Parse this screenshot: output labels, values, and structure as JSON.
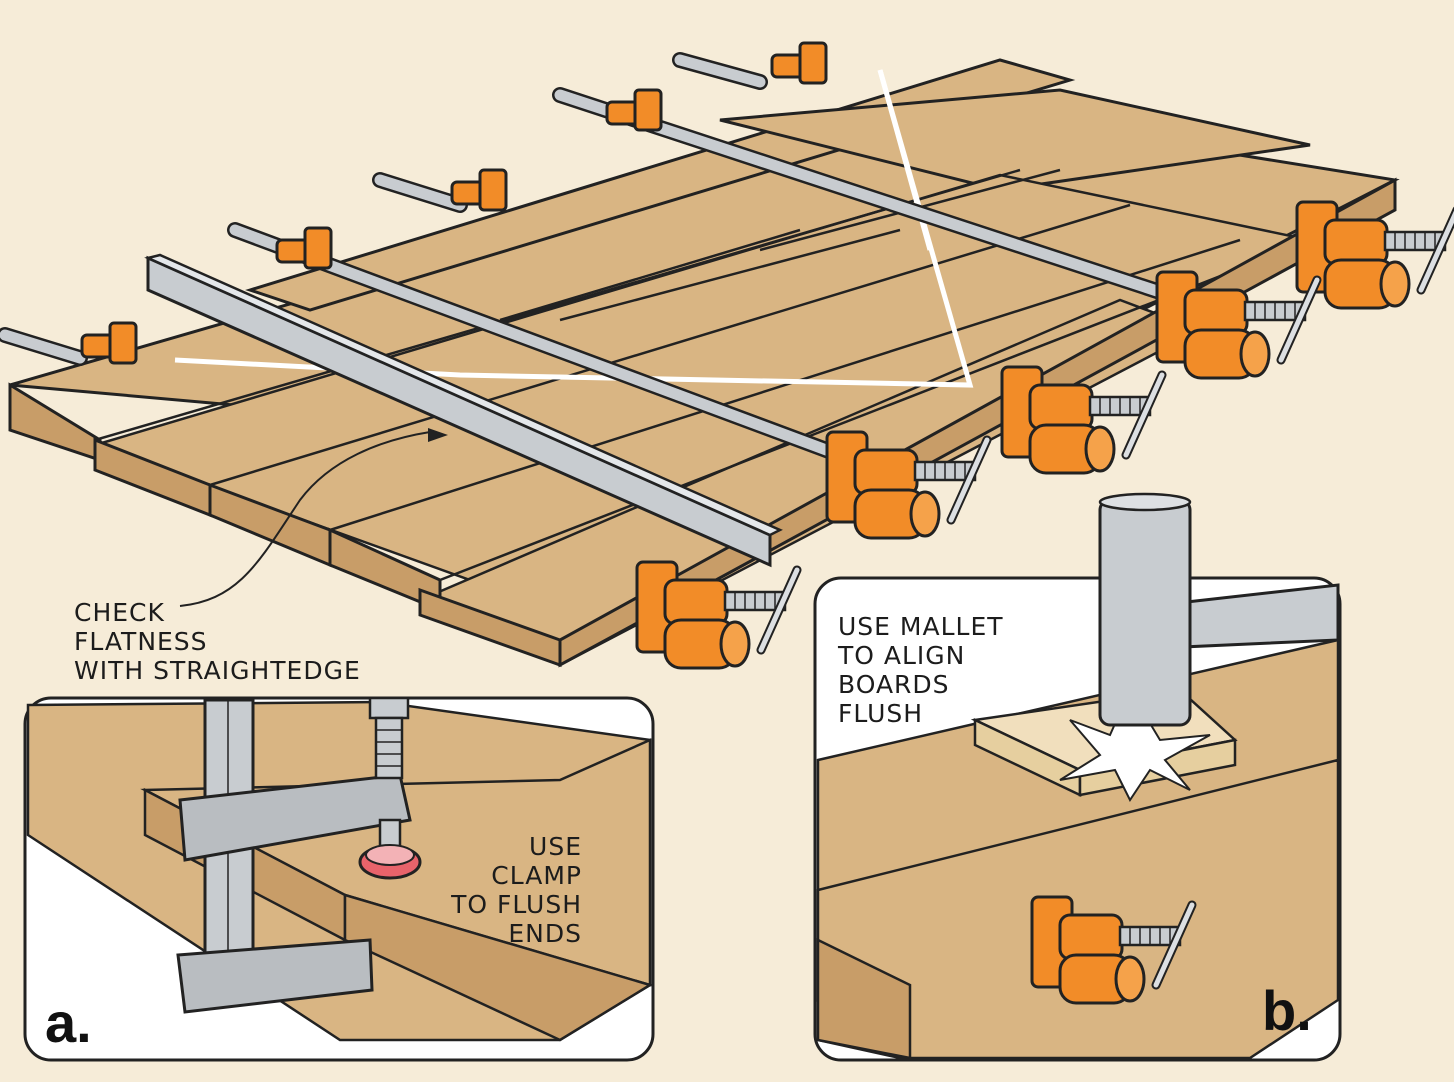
{
  "colors": {
    "background": "#f6ecd8",
    "wood": "#d9b583",
    "wood_dark": "#c89d68",
    "clamp_orange": "#f28c28",
    "pipe_gray": "#c8ccd0",
    "outline": "#222222",
    "inset_bg": "#ffffff",
    "pad_red": "#e8636b"
  },
  "icons": {
    "pipe_clamp": "pipe-clamp-icon",
    "bar_clamp": "bar-clamp-icon",
    "mallet": "mallet-icon",
    "straightedge": "straightedge-icon"
  },
  "labels": {
    "straightedge": [
      "CHECK",
      "FLATNESS",
      "WITH STRAIGHTEDGE"
    ],
    "clamp": [
      "USE",
      "CLAMP",
      "TO FLUSH",
      "ENDS"
    ],
    "mallet": [
      "USE MALLET",
      "TO ALIGN",
      "BOARDS",
      "FLUSH"
    ]
  },
  "insets": {
    "a": {
      "letter": "a."
    },
    "b": {
      "letter": "b."
    }
  }
}
